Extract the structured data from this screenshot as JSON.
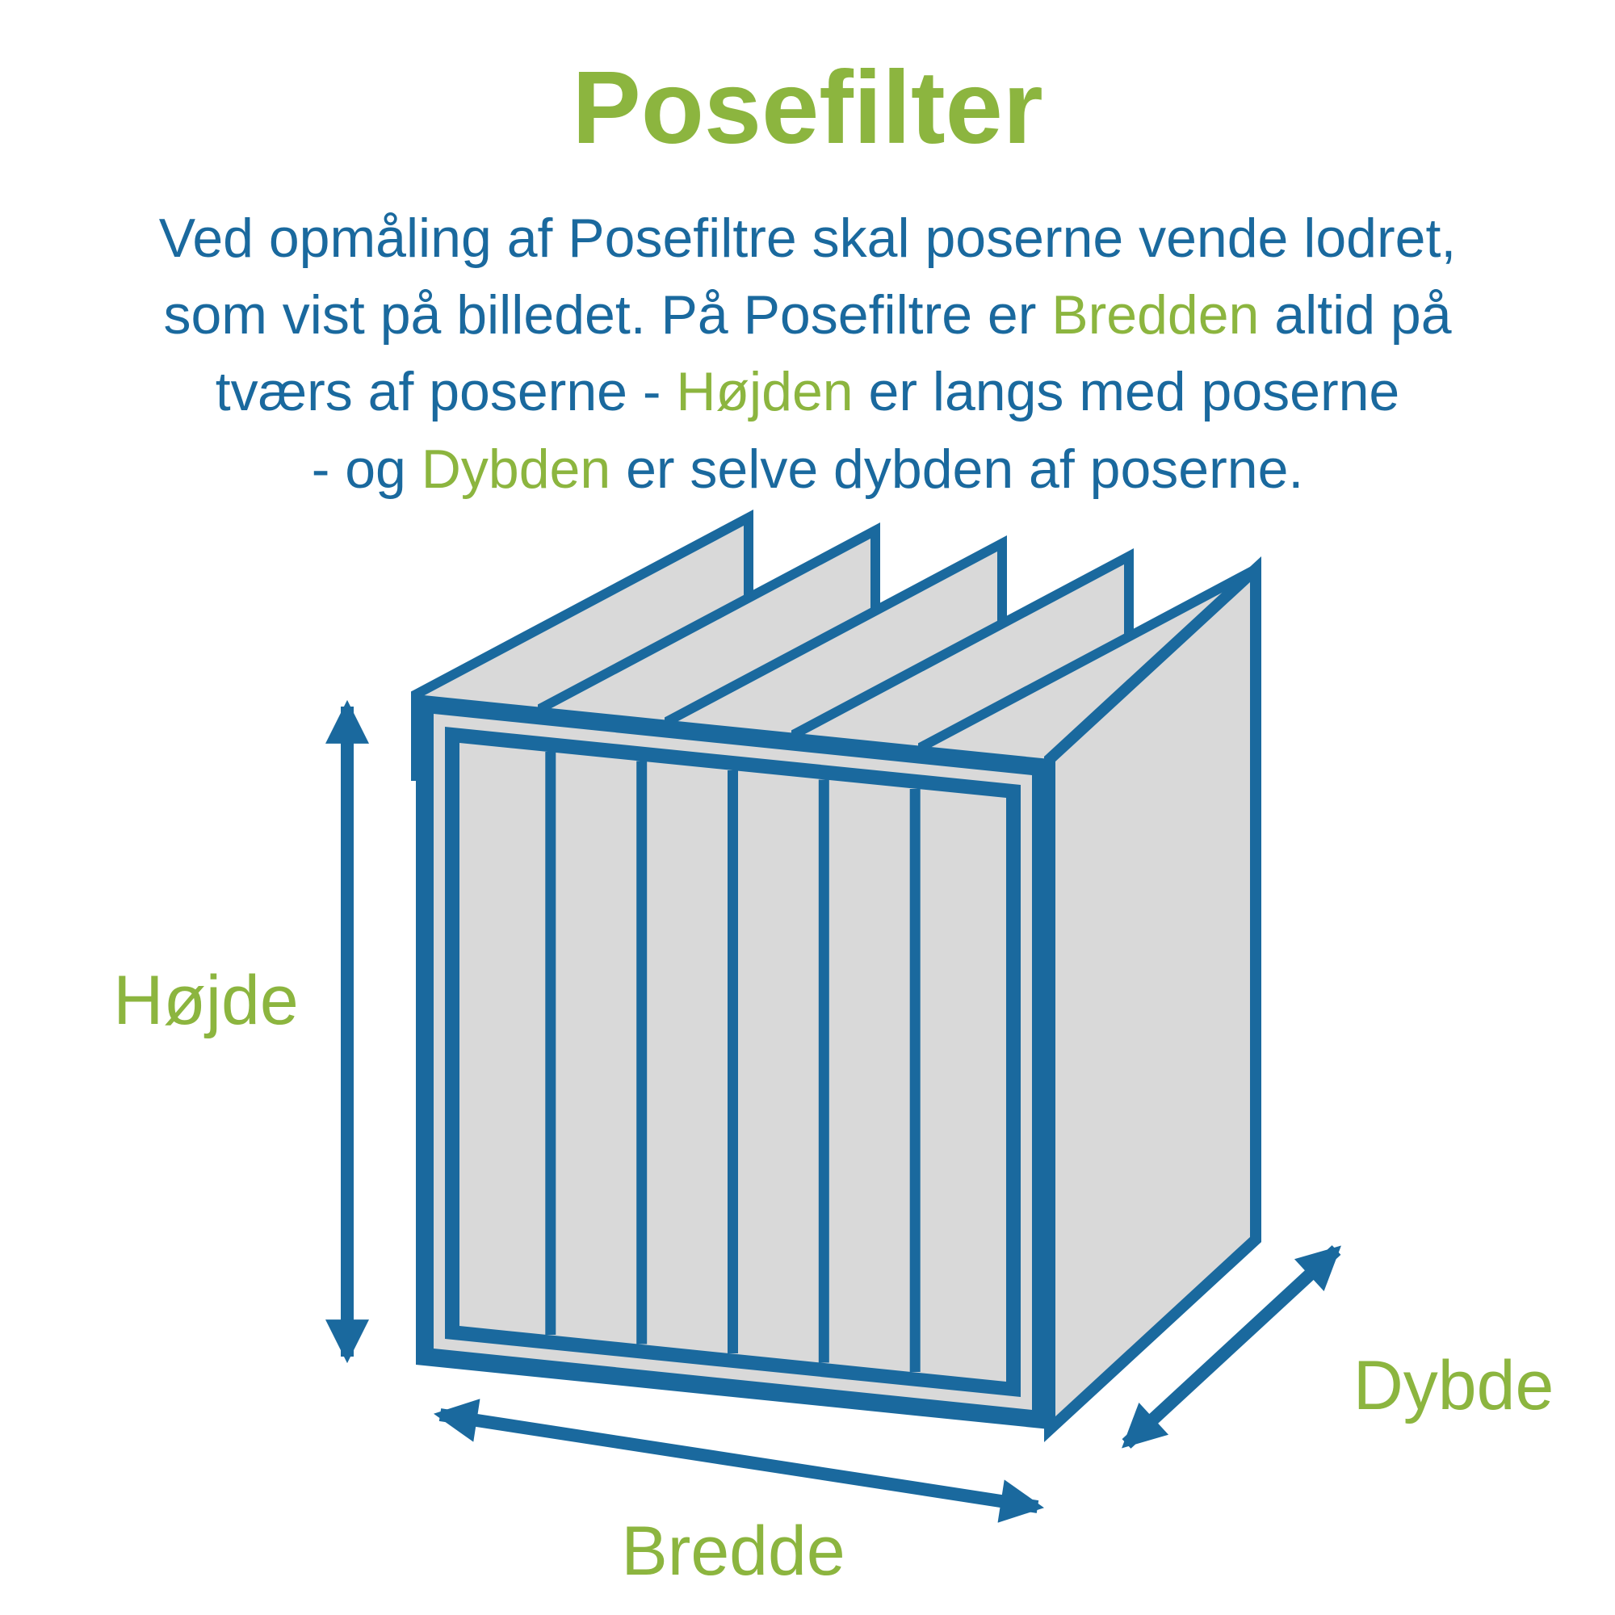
{
  "title": "Posefilter",
  "paragraph": {
    "line1": "Ved opmåling af Posefiltre skal poserne vende lodret,",
    "line2a": "som vist på billedet. På Posefiltre er ",
    "line2b": "Bredden",
    "line2c": " altid på",
    "line3a": "tværs af poserne - ",
    "line3b": "Højden",
    "line3c": " er langs med poserne",
    "line4a": "- og ",
    "line4b": "Dybden",
    "line4c": " er selve dybden af poserne."
  },
  "diagram": {
    "height_label": "Højde",
    "width_label": "Bredde",
    "depth_label": "Dybde"
  },
  "colors": {
    "green": "#8cb53f",
    "blue": "#1a699e",
    "gray": "#d9d9d9"
  }
}
